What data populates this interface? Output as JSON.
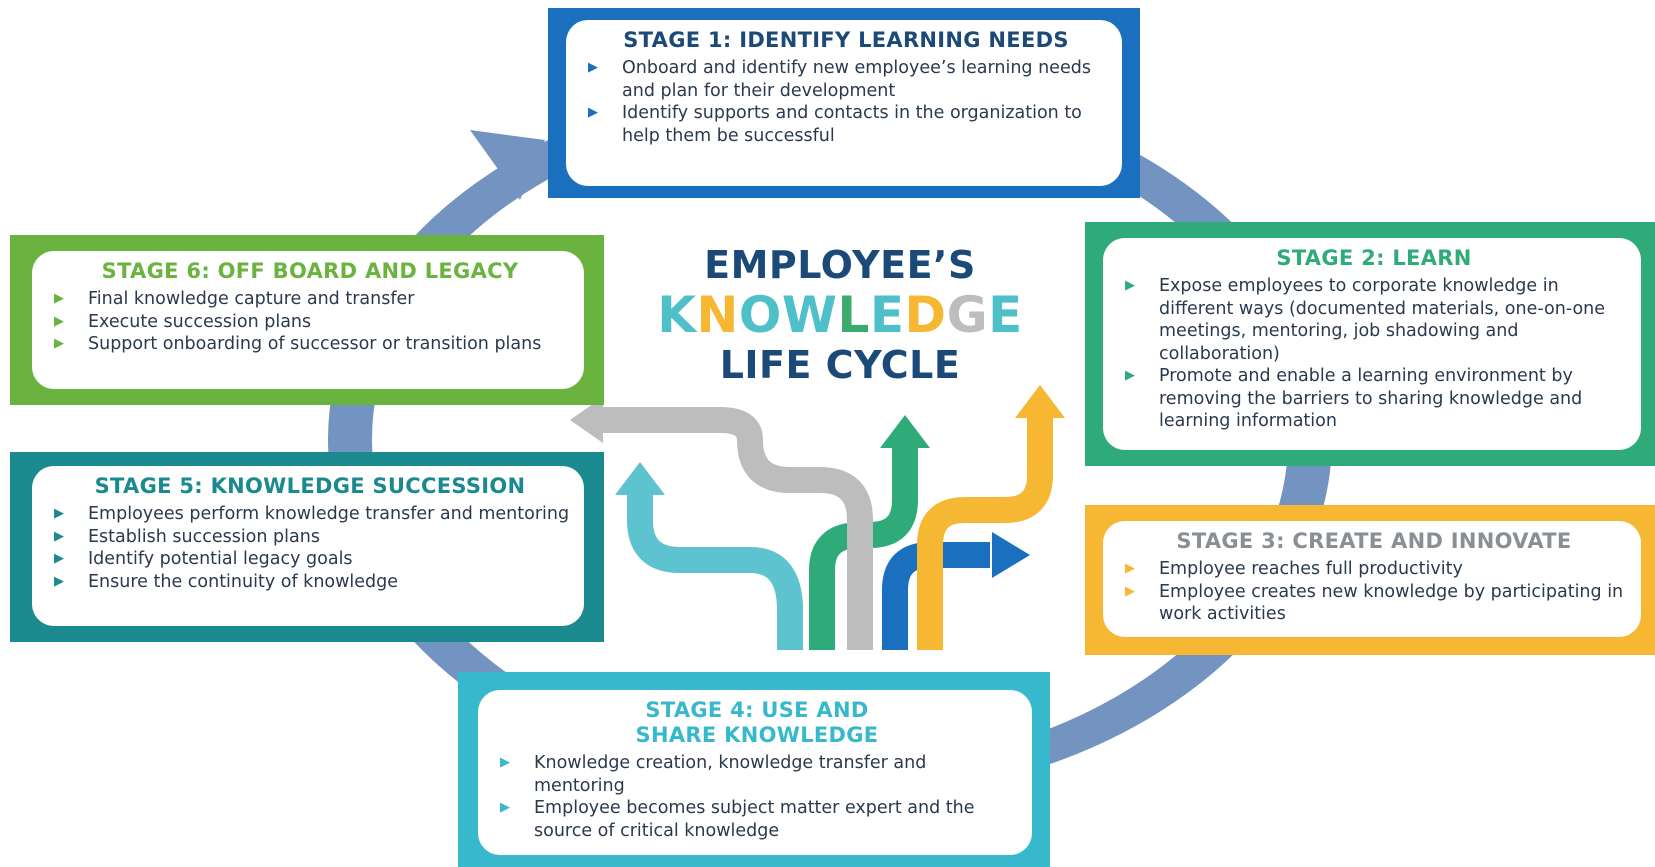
{
  "center": {
    "line1": "EMPLOYEE’S",
    "line2_letters": [
      {
        "ch": "K",
        "color": "#4fbfc9"
      },
      {
        "ch": "N",
        "color": "#f6b733"
      },
      {
        "ch": "O",
        "color": "#4fbfc9"
      },
      {
        "ch": "W",
        "color": "#4fbfc9"
      },
      {
        "ch": "L",
        "color": "#3aaa6f"
      },
      {
        "ch": "E",
        "color": "#4fbfc9"
      },
      {
        "ch": "D",
        "color": "#f6b733"
      },
      {
        "ch": "G",
        "color": "#bdbdbd"
      },
      {
        "ch": "E",
        "color": "#4fbfc9"
      }
    ],
    "line3": "LIFE CYCLE"
  },
  "stages": [
    {
      "title": "STAGE 1: IDENTIFY LEARNING NEEDS",
      "color": "#1a6fbf",
      "title_color": "#1c4a78",
      "bullets": [
        "Onboard and identify new employee’s learning needs and plan for their development",
        "Identify supports and contacts in the organization to help them be successful"
      ]
    },
    {
      "title": "STAGE 2: LEARN",
      "color": "#2fab7a",
      "title_color": "#2fab7a",
      "bullets": [
        "Expose employees to corporate knowledge in different ways (documented materials, one-on-one meetings, mentoring, job shadowing and collaboration)",
        "Promote and enable a learning environment by removing the barriers to sharing knowledge and learning information"
      ]
    },
    {
      "title": "STAGE 3: CREATE AND INNOVATE",
      "color": "#f6b733",
      "title_color": "#8a8f96",
      "bullets": [
        "Employee reaches full productivity",
        "Employee creates new knowledge by participating in work activities"
      ]
    },
    {
      "title_lines": [
        "STAGE 4: USE AND",
        "SHARE KNOWLEDGE"
      ],
      "color": "#37b8cc",
      "title_color": "#37b8cc",
      "bullets": [
        "Knowledge creation, knowledge transfer and mentoring",
        "Employee becomes subject matter expert and the source of critical knowledge"
      ]
    },
    {
      "title": "STAGE 5: KNOWLEDGE SUCCESSION",
      "color": "#1a8a8f",
      "title_color": "#1a8a8f",
      "bullets": [
        "Employees perform knowledge transfer and mentoring",
        "Establish succession plans",
        "Identify potential legacy goals",
        "Ensure the continuity of knowledge"
      ]
    },
    {
      "title": "STAGE 6: OFF BOARD AND LEGACY",
      "color": "#6bb33f",
      "title_color": "#6bb33f",
      "bullets": [
        "Final knowledge capture and transfer",
        "Execute succession plans",
        "Support onboarding of successor or transition plans"
      ]
    }
  ],
  "colors": {
    "cycle_arrow": "#7393c0",
    "center_arrows": [
      "#5cc3cf",
      "#2fab7a",
      "#bdbdbd",
      "#1a6fbf",
      "#f6b733"
    ]
  },
  "icons": {
    "bullet": "triangle-right-icon"
  }
}
